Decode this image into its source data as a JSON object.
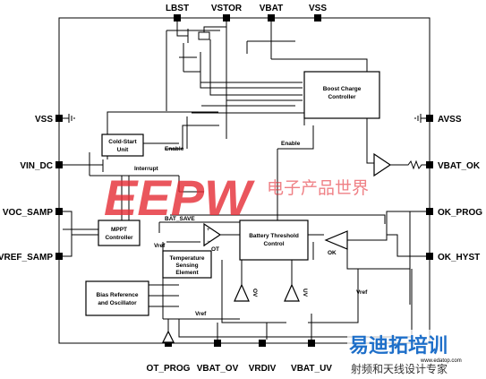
{
  "pins": {
    "top": [
      "LBST",
      "VSTOR",
      "VBAT",
      "VSS"
    ],
    "left": [
      "VSS",
      "VIN_DC",
      "VOC_SAMP",
      "VREF_SAMP"
    ],
    "right": [
      "AVSS",
      "VBAT_OK",
      "OK_PROG",
      "OK_HYST"
    ],
    "bottom": [
      "OT_PROG",
      "VBAT_OV",
      "VRDIV",
      "VBAT_UV"
    ]
  },
  "blocks": {
    "boost": [
      "Boost Charge",
      "Controller"
    ],
    "coldstart": [
      "Cold-Start",
      "Unit"
    ],
    "mppt": [
      "MPPT",
      "Controller"
    ],
    "battery": [
      "Battery Threshold",
      "Control"
    ],
    "temp": [
      "Temperature",
      "Sensing",
      "Element"
    ],
    "bias": [
      "Bias Reference",
      "and Oscillator"
    ]
  },
  "signals": {
    "enable1": "Enable",
    "enable2": "Enable",
    "interrupt": "Interrupt",
    "bat_save": "BAT_SAVE",
    "vref1": "Vref",
    "vref2": "Vref",
    "vref3": "Vref",
    "ot": "OT",
    "ok": "OK",
    "ov": "OV",
    "uv": "UV"
  },
  "watermark": {
    "logo": "EEPW",
    "cn": "电子产品世界",
    "brand": "易迪拓培训",
    "slogan": "射频和天线设计专家",
    "url": "www.edatop.com"
  }
}
